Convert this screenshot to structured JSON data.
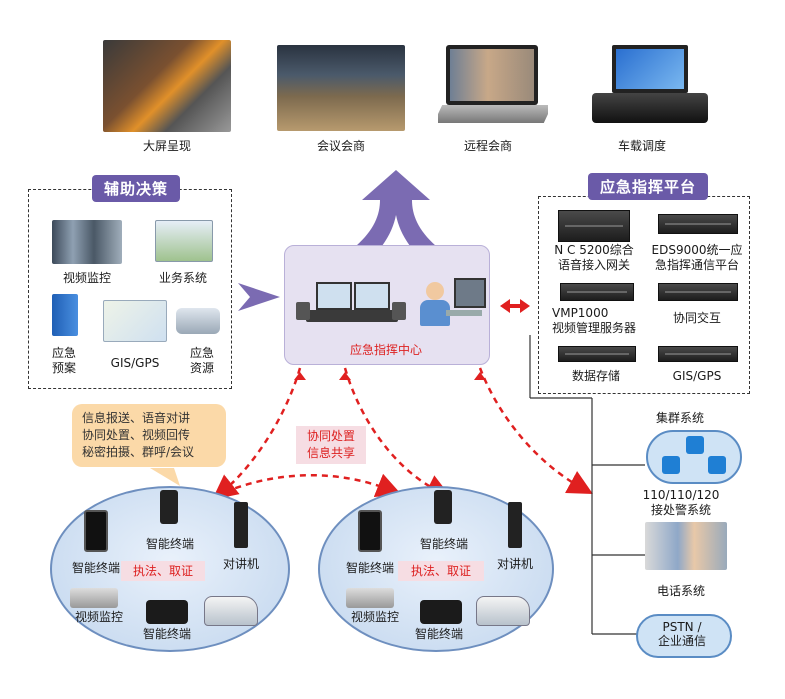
{
  "top_items": [
    {
      "label": "大屏呈现"
    },
    {
      "label": "会议会商"
    },
    {
      "label": "远程会商"
    },
    {
      "label": "车载调度"
    }
  ],
  "left_panel": {
    "title": "辅助决策",
    "items": [
      "视频监控",
      "业务系统",
      "应急\n预案",
      "GIS/GPS",
      "应急\n资源"
    ]
  },
  "center": {
    "label": "应急指挥中心"
  },
  "right_panel": {
    "title": "应急指挥平台",
    "items": [
      "N C 5200综合\n语音接入网关",
      "EDS9000统一应\n急指挥通信平台",
      "VMP1000\n视频管理服务器",
      "协同交互",
      "数据存储",
      "GIS/GPS"
    ]
  },
  "bubble": {
    "lines": [
      "信息报送、语音对讲",
      "协同处置、视频回传",
      "秘密拍摄、群呼/会议"
    ]
  },
  "collab": {
    "lines": [
      "协同处置",
      "信息共享"
    ]
  },
  "field_groups": [
    {
      "smart_top": "智能终端",
      "smart_left": "智能终端",
      "center": "执法、取证",
      "radio": "对讲机",
      "camera": "视频监控",
      "smart_bottom": "智能终端"
    },
    {
      "smart_top": "智能终端",
      "smart_left": "智能终端",
      "center": "执法、取证",
      "radio": "对讲机",
      "camera": "视频监控",
      "smart_bottom": "智能终端"
    }
  ],
  "right_systems": {
    "cluster": "集群系统",
    "police": "110/110/120\n接处警系统",
    "phone": "电话系统",
    "pstn": "PSTN /\n企业通信"
  },
  "colors": {
    "accent": "#6a5aa8",
    "arrow_red": "#e02020",
    "center_bg": "#e6e1f1"
  }
}
